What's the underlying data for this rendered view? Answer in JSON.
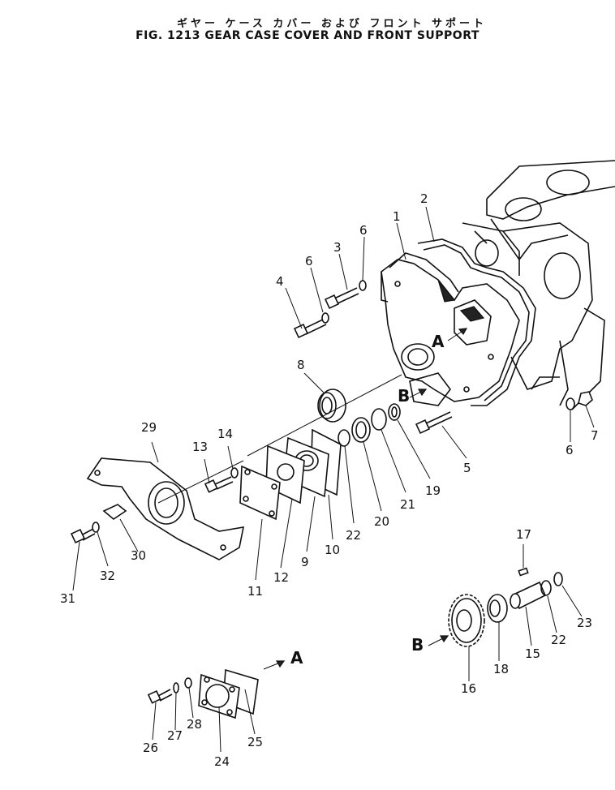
{
  "title": {
    "japanese": "ギヤー ケース カバー および フロント サポート",
    "figure": "FIG. 1213  GEAR CASE COVER AND FRONT SUPPORT"
  },
  "view_markers": {
    "a": "A",
    "b": "B"
  },
  "callouts": [
    {
      "id": "c1",
      "label": "1"
    },
    {
      "id": "c2",
      "label": "2"
    },
    {
      "id": "c3",
      "label": "3"
    },
    {
      "id": "c4",
      "label": "4"
    },
    {
      "id": "c6a",
      "label": "6"
    },
    {
      "id": "c6b",
      "label": "6"
    },
    {
      "id": "c6c",
      "label": "6"
    },
    {
      "id": "c7",
      "label": "7"
    },
    {
      "id": "c5",
      "label": "5"
    },
    {
      "id": "c8",
      "label": "8"
    },
    {
      "id": "c19",
      "label": "19"
    },
    {
      "id": "c21",
      "label": "21"
    },
    {
      "id": "c20",
      "label": "20"
    },
    {
      "id": "c22a",
      "label": "22"
    },
    {
      "id": "c10",
      "label": "10"
    },
    {
      "id": "c9",
      "label": "9"
    },
    {
      "id": "c12",
      "label": "12"
    },
    {
      "id": "c11",
      "label": "11"
    },
    {
      "id": "c14",
      "label": "14"
    },
    {
      "id": "c13",
      "label": "13"
    },
    {
      "id": "c29",
      "label": "29"
    },
    {
      "id": "c30",
      "label": "30"
    },
    {
      "id": "c32",
      "label": "32"
    },
    {
      "id": "c31",
      "label": "31"
    },
    {
      "id": "c17",
      "label": "17"
    },
    {
      "id": "c23",
      "label": "23"
    },
    {
      "id": "c22b",
      "label": "22"
    },
    {
      "id": "c15",
      "label": "15"
    },
    {
      "id": "c18",
      "label": "18"
    },
    {
      "id": "c16",
      "label": "16"
    },
    {
      "id": "c26",
      "label": "26"
    },
    {
      "id": "c27",
      "label": "27"
    },
    {
      "id": "c28",
      "label": "28"
    },
    {
      "id": "c24",
      "label": "24"
    },
    {
      "id": "c25",
      "label": "25"
    }
  ]
}
